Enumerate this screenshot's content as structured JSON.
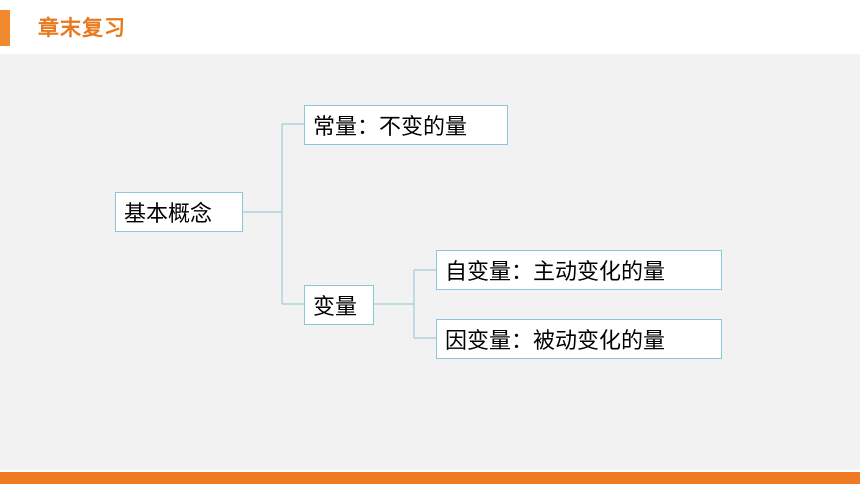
{
  "header": {
    "title": "章末复习"
  },
  "diagram": {
    "root": "基本概念",
    "constant": "常量：不变的量",
    "variable": "变量",
    "independent": "自变量：主动变化的量",
    "dependent": "因变量：被动变化的量"
  },
  "colors": {
    "accent": "#f07a22",
    "node_border": "#8cc7d8",
    "background": "#f2f2f2"
  }
}
